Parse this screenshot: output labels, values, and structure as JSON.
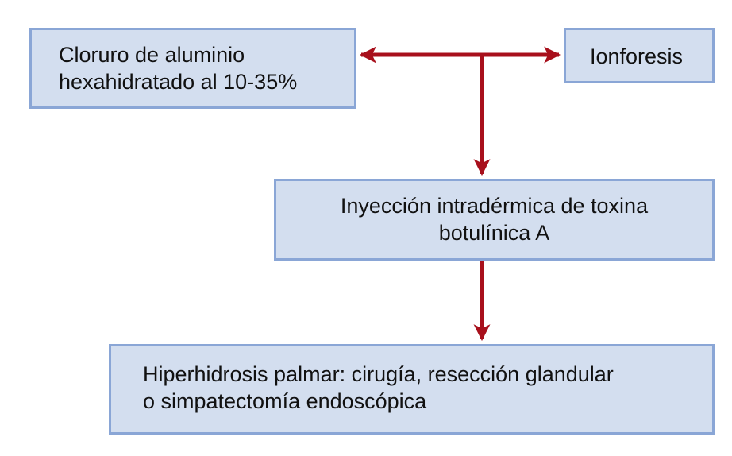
{
  "diagram": {
    "nodes": {
      "cloruro": {
        "lines": [
          "Cloruro de aluminio",
          "hexahidratado al 10-35%"
        ]
      },
      "ionforesis": {
        "lines": [
          "Ionforesis"
        ]
      },
      "inyeccion": {
        "lines": [
          "Inyección intradérmica de toxina",
          "botulínica A"
        ]
      },
      "hiperhidrosis": {
        "lines": [
          "Hiperhidrosis palmar: cirugía, resección glandular",
          "o simpatectomía endoscópica"
        ]
      }
    },
    "edges": [
      {
        "from": "junction",
        "to": "cloruro"
      },
      {
        "from": "junction",
        "to": "ionforesis"
      },
      {
        "from": "junction",
        "to": "inyeccion"
      },
      {
        "from": "inyeccion",
        "to": "hiperhidrosis"
      }
    ]
  },
  "colors": {
    "box_fill": "#d3deef",
    "box_border": "#8aa6d6",
    "arrow": "#a8101c",
    "text": "#111111"
  }
}
